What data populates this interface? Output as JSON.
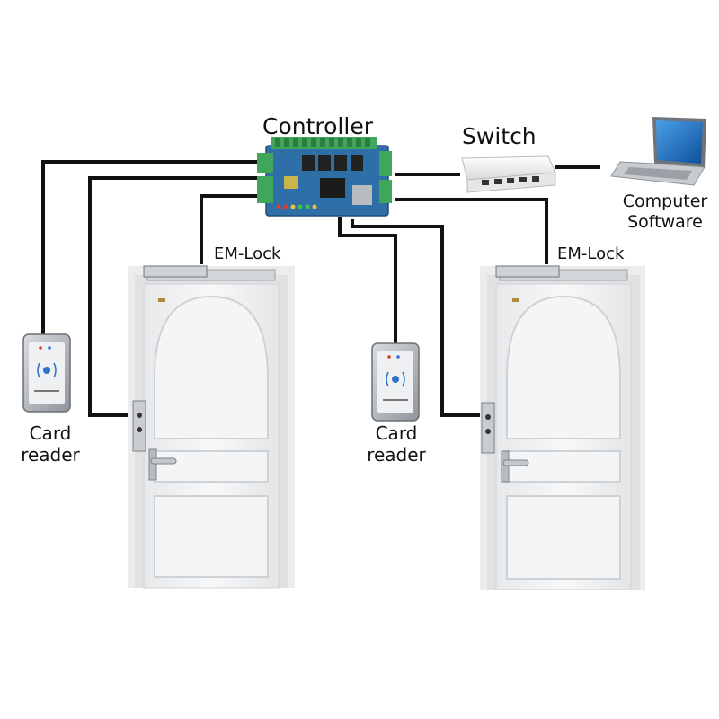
{
  "labels": {
    "controller": "Controller",
    "switch": "Switch",
    "computer_line1": "Computer",
    "computer_line2": "Software",
    "em_lock_left": "EM-Lock",
    "em_lock_right": "EM-Lock",
    "card_reader_left_line1": "Card",
    "card_reader_left_line2": "reader",
    "card_reader_right_line1": "Card",
    "card_reader_right_line2": "reader"
  },
  "colors": {
    "wire": "#111111",
    "door": "#f1f2f3",
    "board": "#2f6fa8",
    "terminal": "#3fa65a",
    "laptop_screen": "#1f66b3"
  }
}
